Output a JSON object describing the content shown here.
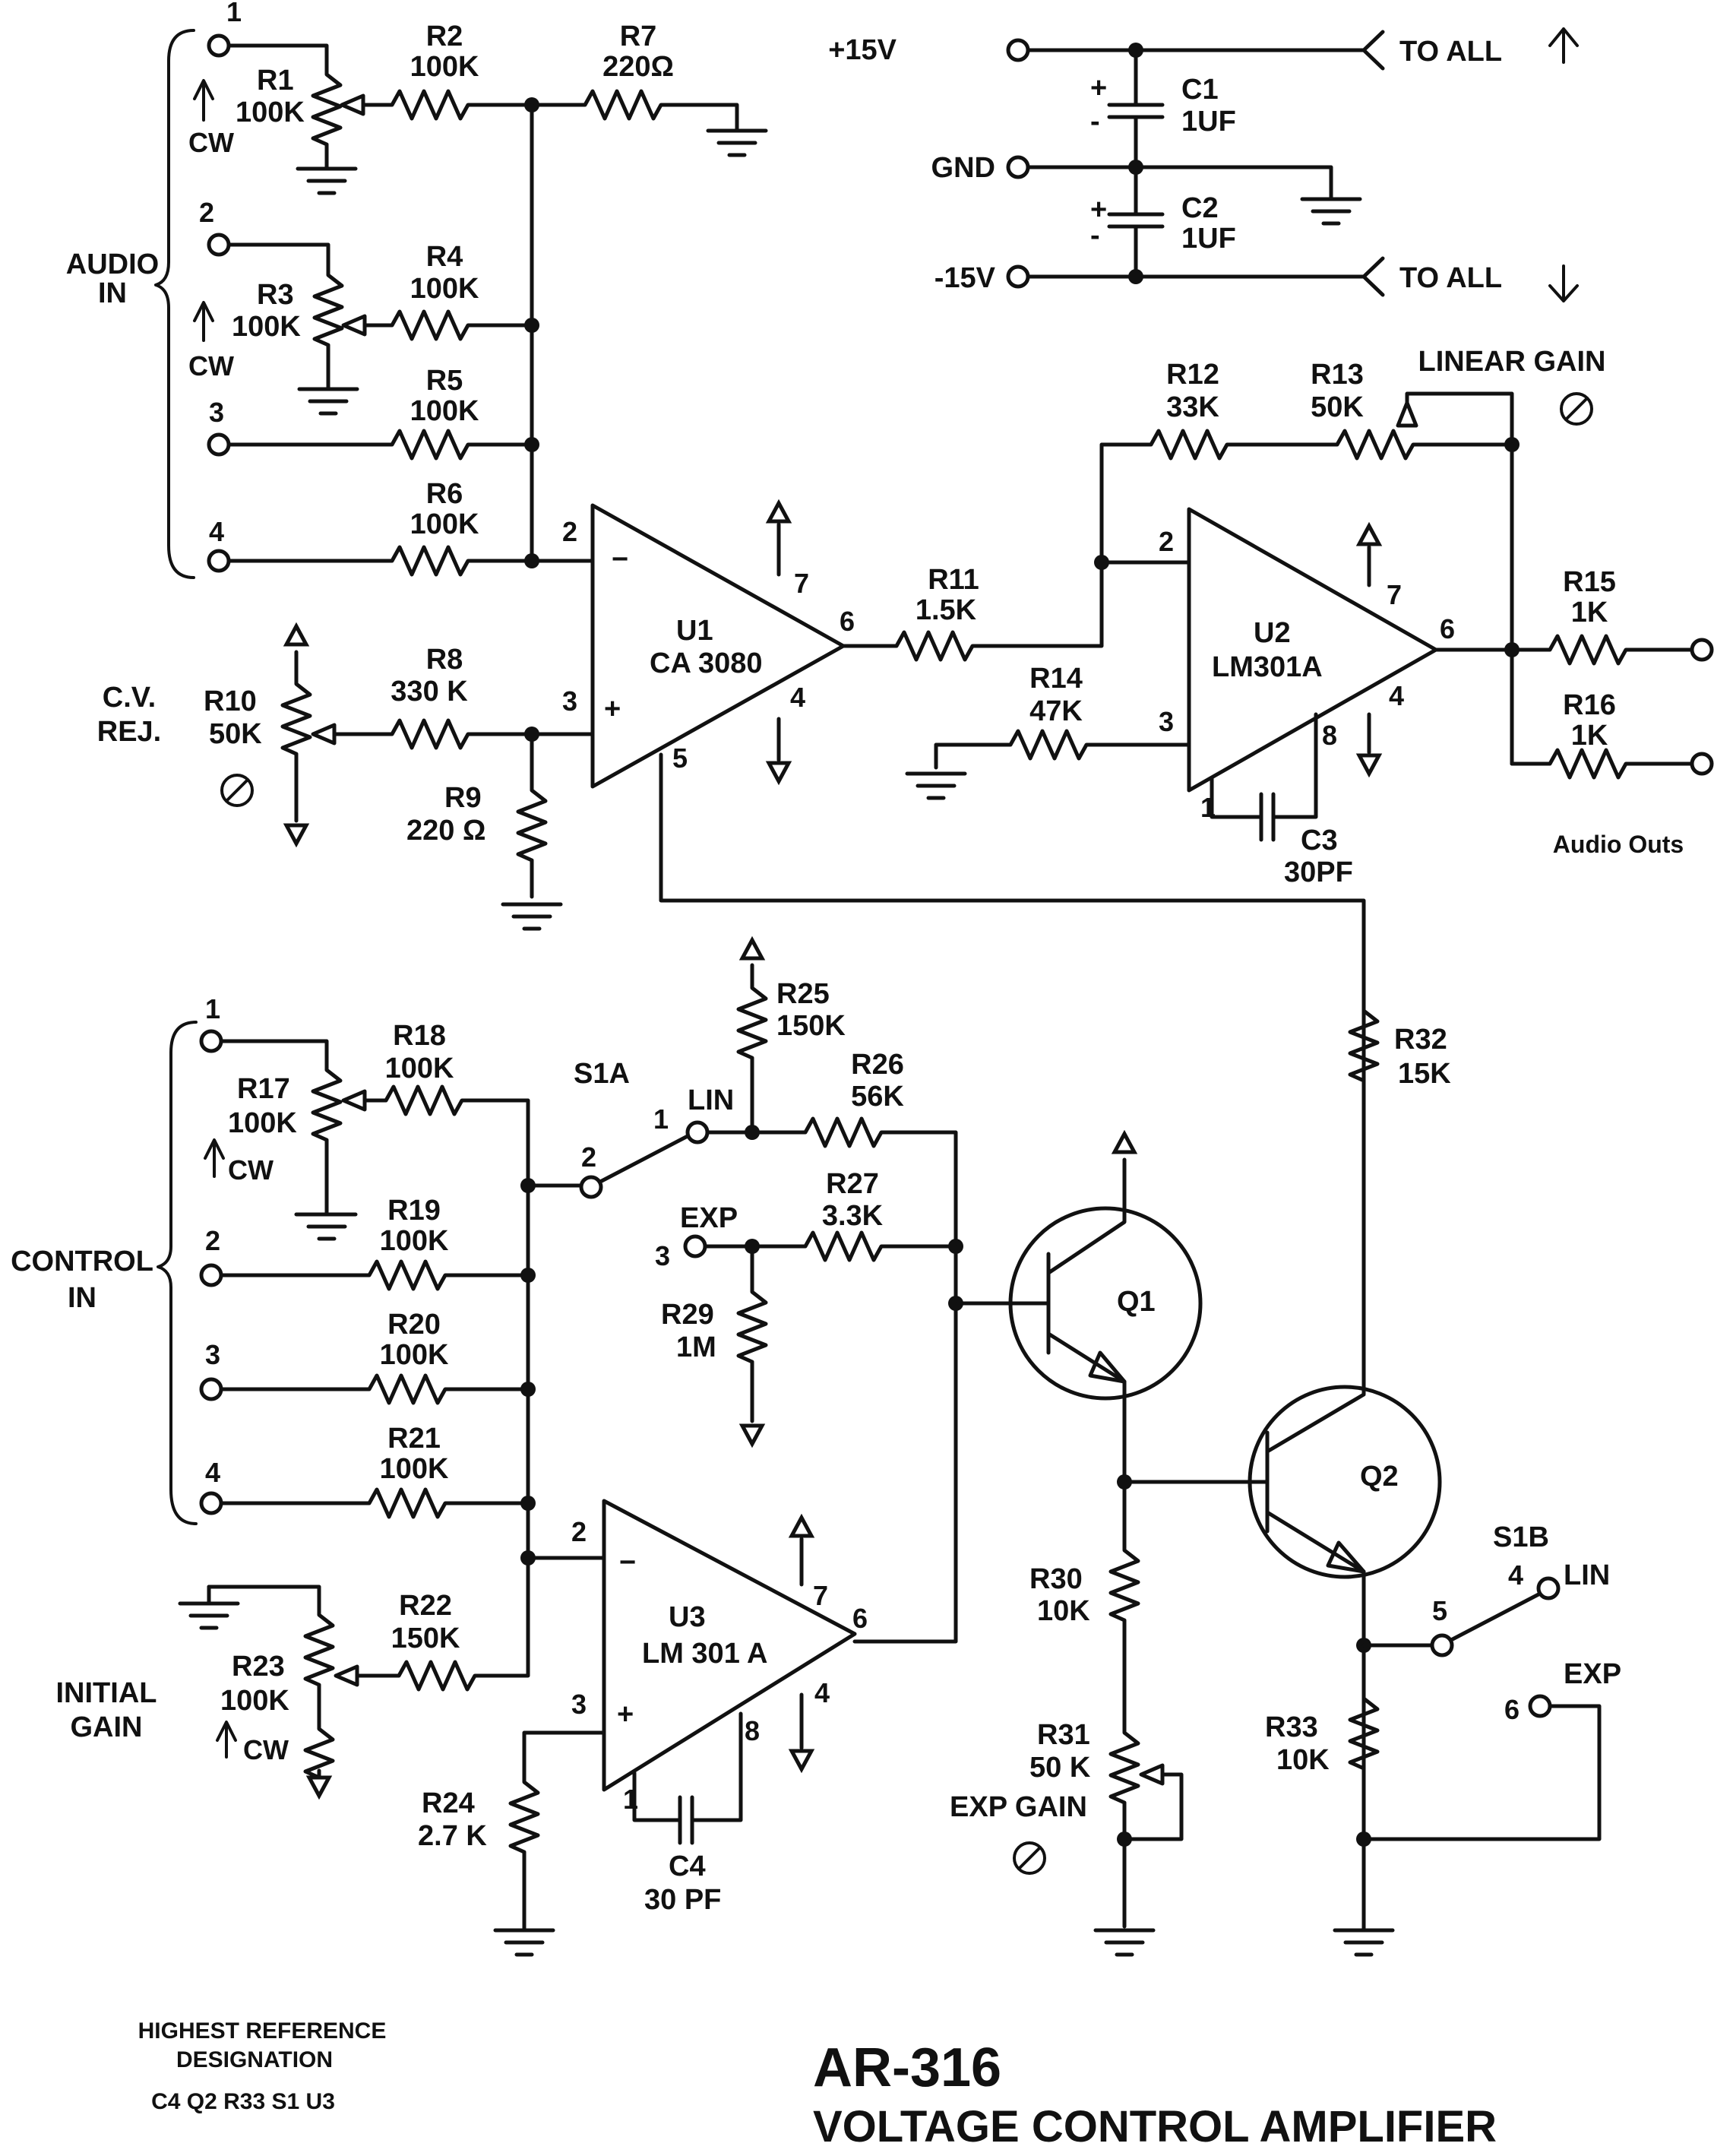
{
  "supply": {
    "pos_label": "+15V",
    "gnd_label": "GND",
    "neg_label": "-15V",
    "to_all_pos": "TO ALL",
    "to_all_neg": "TO ALL",
    "c1_name": "C1",
    "c1_value": "1UF",
    "c2_name": "C2",
    "c2_value": "1UF",
    "plus": "+",
    "minus": "-"
  },
  "audio_in": {
    "group_label_1": "AUDIO",
    "group_label_2": "IN",
    "jacks": [
      "1",
      "2",
      "3",
      "4"
    ],
    "cw": "CW",
    "r1": {
      "name": "R1",
      "value": "100K"
    },
    "r2": {
      "name": "R2",
      "value": "100K"
    },
    "r3": {
      "name": "R3",
      "value": "100K"
    },
    "r4": {
      "name": "R4",
      "value": "100K"
    },
    "r5": {
      "name": "R5",
      "value": "100K"
    },
    "r6": {
      "name": "R6",
      "value": "100K"
    },
    "r7": {
      "name": "R7",
      "value": "220Ω"
    }
  },
  "cv_rej": {
    "label_1": "C.V.",
    "label_2": "REJ.",
    "r8": {
      "name": "R8",
      "value": "330 K"
    },
    "r9": {
      "name": "R9",
      "value": "220 Ω"
    },
    "r10": {
      "name": "R10",
      "value": "50K"
    }
  },
  "u1": {
    "name": "U1",
    "part": "CA 3080",
    "pins": {
      "p2": "2",
      "p3": "3",
      "p4": "4",
      "p5": "5",
      "p6": "6",
      "p7": "7"
    },
    "minus": "−",
    "plus": "+"
  },
  "u2": {
    "name": "U2",
    "part": "LM301A",
    "pins": {
      "p1": "1",
      "p2": "2",
      "p3": "3",
      "p4": "4",
      "p6": "6",
      "p7": "7",
      "p8": "8"
    }
  },
  "u3": {
    "name": "U3",
    "part": "LM 301 A",
    "pins": {
      "p1": "1",
      "p2": "2",
      "p3": "3",
      "p4": "4",
      "p6": "6",
      "p7": "7",
      "p8": "8"
    },
    "minus": "−",
    "plus": "+"
  },
  "gain_stage": {
    "r11": {
      "name": "R11",
      "value": "1.5K"
    },
    "r12": {
      "name": "R12",
      "value": "33K"
    },
    "r13": {
      "name": "R13",
      "value": "50K"
    },
    "r14": {
      "name": "R14",
      "value": "47K"
    },
    "linear_gain": "LINEAR GAIN",
    "c3": {
      "name": "C3",
      "value": "30PF"
    }
  },
  "outputs": {
    "r15": {
      "name": "R15",
      "value": "1K"
    },
    "r16": {
      "name": "R16",
      "value": "1K"
    },
    "label": "Audio Outs"
  },
  "control_in": {
    "group_label_1": "CONTROL",
    "group_label_2": "IN",
    "jacks": [
      "1",
      "2",
      "3",
      "4"
    ],
    "cw": "CW",
    "r17": {
      "name": "R17",
      "value": "100K"
    },
    "r18": {
      "name": "R18",
      "value": "100K"
    },
    "r19": {
      "name": "R19",
      "value": "100K"
    },
    "r20": {
      "name": "R20",
      "value": "100K"
    },
    "r21": {
      "name": "R21",
      "value": "100K"
    }
  },
  "initial_gain": {
    "label_1": "INITIAL",
    "label_2": "GAIN",
    "cw": "CW",
    "r22": {
      "name": "R22",
      "value": "150K"
    },
    "r23": {
      "name": "R23",
      "value": "100K"
    },
    "r24": {
      "name": "R24",
      "value": "2.7 K"
    },
    "c4": {
      "name": "C4",
      "value": "30 PF"
    }
  },
  "switch_s1a": {
    "name": "S1A",
    "p1": "1",
    "p2": "2",
    "p3": "3",
    "lin": "LIN",
    "exp": "EXP"
  },
  "expo": {
    "r25": {
      "name": "R25",
      "value": "150K"
    },
    "r26": {
      "name": "R26",
      "value": "56K"
    },
    "r27": {
      "name": "R27",
      "value": "3.3K"
    },
    "r29": {
      "name": "R29",
      "value": "1M"
    },
    "q1": "Q1",
    "q2": "Q2",
    "r30": {
      "name": "R30",
      "value": "10K"
    },
    "r31": {
      "name": "R31",
      "value": "50 K"
    },
    "exp_gain": "EXP GAIN",
    "r32": {
      "name": "R32",
      "value": "15K"
    },
    "r33": {
      "name": "R33",
      "value": "10K"
    }
  },
  "switch_s1b": {
    "name": "S1B",
    "p4": "4",
    "p5": "5",
    "p6": "6",
    "lin": "LIN",
    "exp": "EXP"
  },
  "reference": {
    "line1": "HIGHEST REFERENCE",
    "line2": "DESIGNATION",
    "line3": "C4  Q2  R33   S1   U3"
  },
  "title": {
    "model": "AR-316",
    "name": "VOLTAGE CONTROL AMPLIFIER"
  }
}
